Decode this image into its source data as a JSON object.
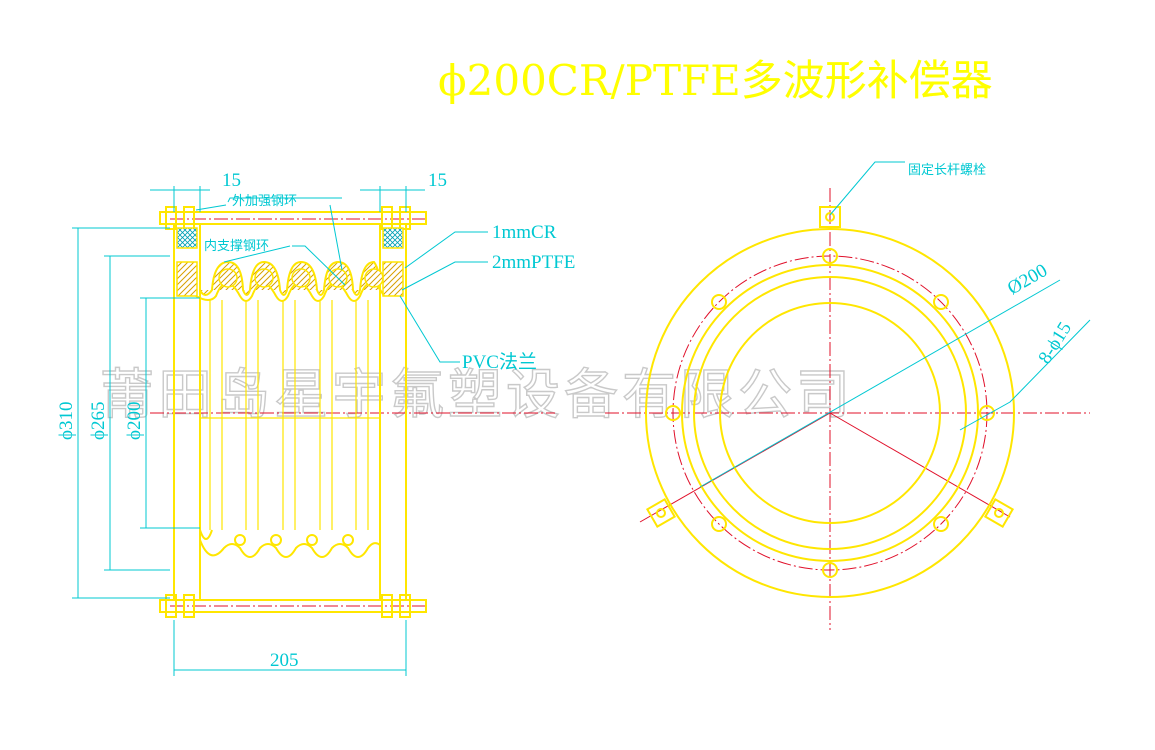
{
  "title": "ϕ200CR/PTFE多波形补偿器",
  "dimensions": {
    "left_flange_width": "15",
    "right_flange_width": "15",
    "outer_dia": "ϕ310",
    "bolt_circle_dia": "ϕ265",
    "bore_dia": "ϕ200",
    "overall_length": "205",
    "end_view_dia": "Ø200",
    "bolt_holes": "8-ϕ15"
  },
  "labels": {
    "outer_ring": "外加强钢环",
    "inner_ring": "内支撑钢环",
    "rubber": "1mmCR",
    "liner": "2mmPTFE",
    "flange": "PVC法兰",
    "tie_rod": "固定长杆螺栓"
  },
  "watermark": "莆田岛星宇氟塑设备有限公司",
  "colors": {
    "outline": "#ffe600",
    "dimension": "#00c8d2",
    "centerline": "#e0102a",
    "title": "#ffff00",
    "watermark": "#c9c9c9"
  }
}
